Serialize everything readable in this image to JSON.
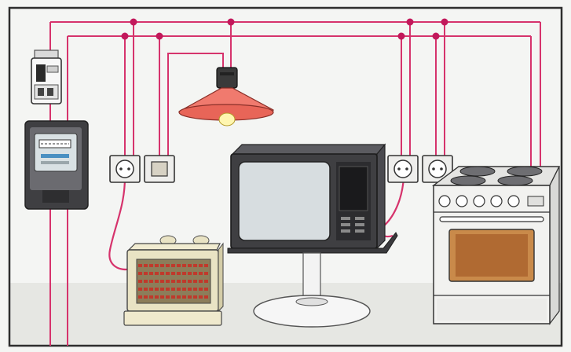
{
  "diagram": {
    "colors": {
      "wire": "#d6336c",
      "node": "#c2185b",
      "wall": "#f4f5f3",
      "border": "#2e2e2e",
      "floor": "#e6e7e3",
      "appliance_dark": "#3f3f42",
      "appliance_mid": "#6b6b70",
      "screen": "#d7dde0",
      "heater_body": "#e9e3c4",
      "heater_coil": "#c0392b",
      "lamp_shade": "#f07a6e",
      "bulb": "#fff6b0",
      "stove_body": "#f2f2f0",
      "oven_window": "#c98a4a"
    },
    "components": [
      {
        "id": "circuit-breaker",
        "icon": "circuit-breaker-icon"
      },
      {
        "id": "electricity-meter",
        "icon": "electricity-meter-icon"
      },
      {
        "id": "wall-socket-left",
        "icon": "power-socket-icon"
      },
      {
        "id": "light-switch",
        "icon": "light-switch-icon"
      },
      {
        "id": "ceiling-lamp",
        "icon": "ceiling-lamp-icon"
      },
      {
        "id": "electric-heater",
        "icon": "heater-icon"
      },
      {
        "id": "television",
        "icon": "television-icon"
      },
      {
        "id": "wall-socket-right",
        "icon": "power-socket-icon"
      },
      {
        "id": "wall-socket-far-right",
        "icon": "power-socket-icon"
      },
      {
        "id": "electric-stove",
        "icon": "stove-icon"
      }
    ]
  }
}
